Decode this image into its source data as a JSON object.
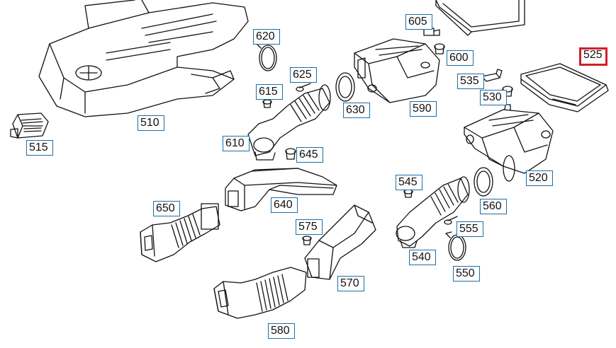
{
  "diagram": {
    "selected_part": "525",
    "highlight_color": "#d0202a",
    "label_border_color": "#1a6fa8",
    "labels": {
      "p510": "510",
      "p515": "515",
      "p520": "520",
      "p525": "525",
      "p530": "530",
      "p535": "535",
      "p540": "540",
      "p545": "545",
      "p550": "550",
      "p555": "555",
      "p560": "560",
      "p570": "570",
      "p575": "575",
      "p580": "580",
      "p590": "590",
      "p600": "600",
      "p605": "605",
      "p610": "610",
      "p615": "615",
      "p620": "620",
      "p625": "625",
      "p630": "630",
      "p640": "640",
      "p645": "645",
      "p650": "650"
    }
  }
}
